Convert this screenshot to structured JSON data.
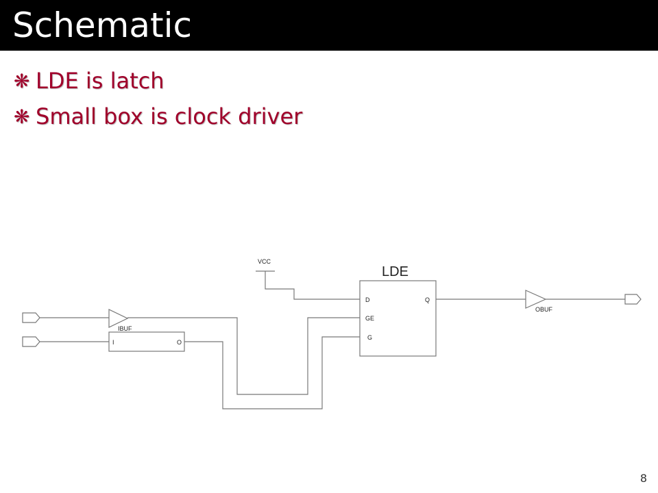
{
  "slide": {
    "title": "Schematic",
    "page_number": "8",
    "bullet_marker": "❋",
    "bullets": [
      "LDE is latch",
      "Small box is clock driver"
    ]
  },
  "schematic": {
    "vcc_label": "VCC",
    "latch": {
      "name": "LDE",
      "pins": {
        "d": "D",
        "ge": "GE",
        "g": "G",
        "q": "Q"
      }
    },
    "ibuf_label": "IBUF",
    "clock_driver": {
      "input": "I",
      "output": "O"
    },
    "obuf_label": "OBUF"
  },
  "colors": {
    "title_bar": "#000000",
    "title_text": "#ffffff",
    "bullet_text": "#a0002a",
    "wire": "#777777",
    "schematic_text": "#222222"
  }
}
